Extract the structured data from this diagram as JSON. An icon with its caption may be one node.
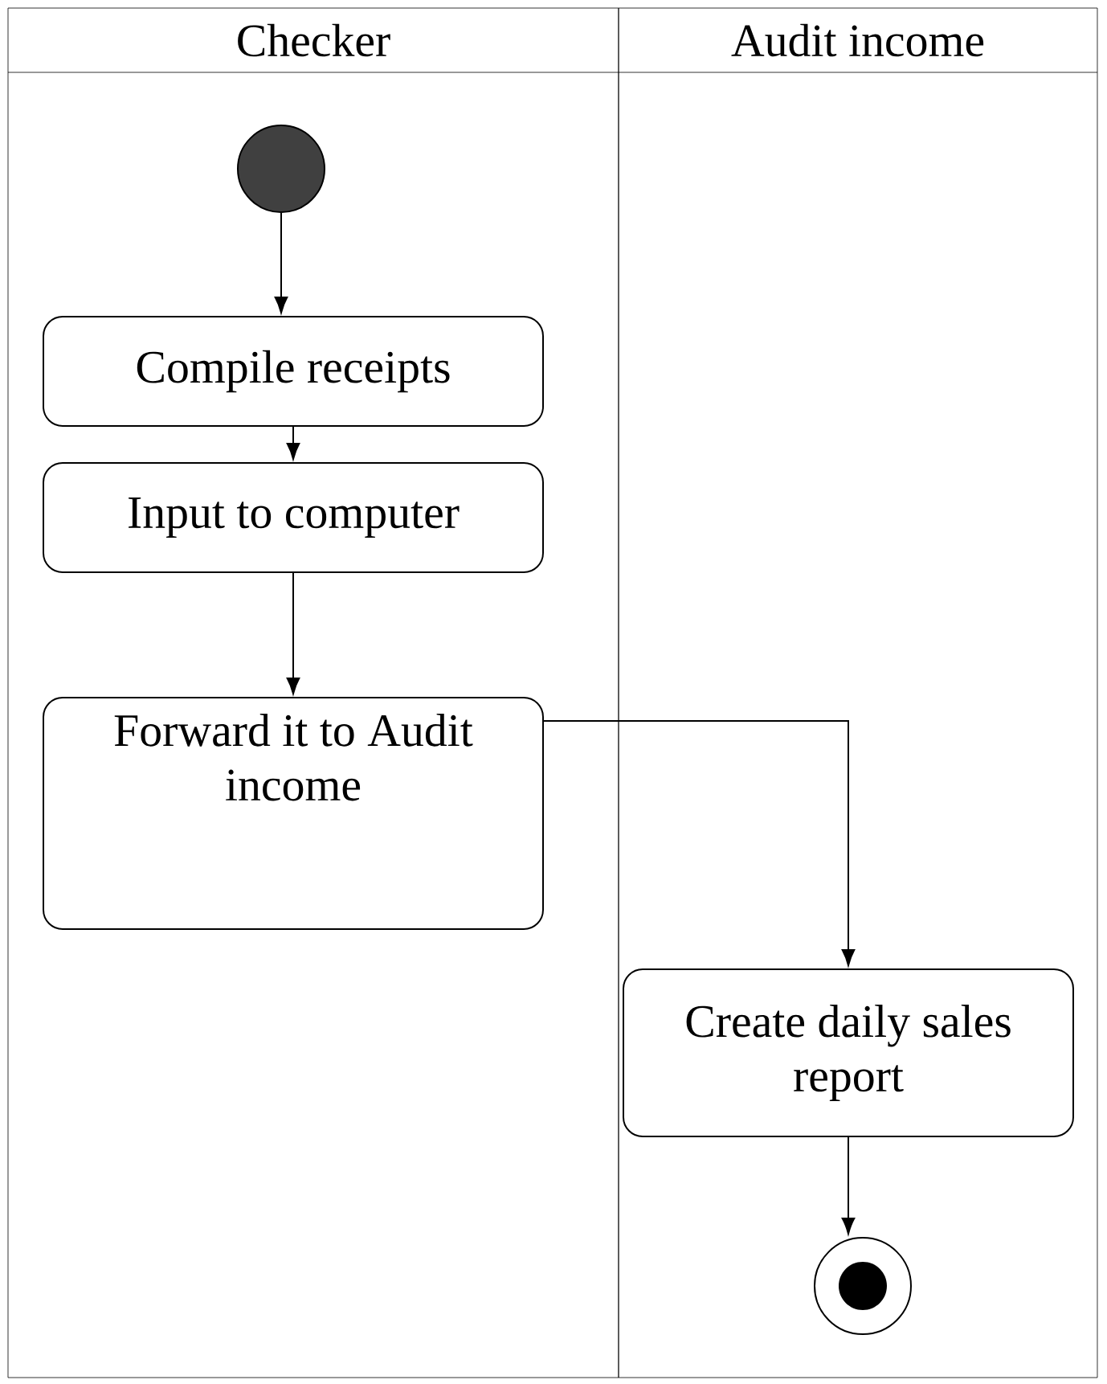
{
  "diagram": {
    "nodes": [
      {
        "text": [
          "Checker"
        ]
      },
      {
        "text": [
          "Audit income"
        ]
      },
      {
        "text": [],
        "shape": "circle",
        "in": 0
      },
      {
        "text": [
          "Compile receipts"
        ],
        "in": 0
      },
      {
        "text": [
          "Input to computer"
        ],
        "in": 0
      },
      {
        "text": [
          "Forward it to Audit income"
        ],
        "in": 0
      },
      {
        "text": [
          "Create daily sales report"
        ],
        "in": 1
      },
      {
        "text": [],
        "shape": "circle",
        "in": 1
      }
    ],
    "edges": [
      {
        "from": 2,
        "to": 3,
        "arrow": "to"
      },
      {
        "from": 3,
        "to": 4,
        "arrow": "to"
      },
      {
        "from": 4,
        "to": 5,
        "arrow": "to"
      },
      {
        "from": 5,
        "to": 6,
        "arrow": "to"
      },
      {
        "from": 6,
        "to": 7,
        "arrow": "to"
      }
    ]
  }
}
